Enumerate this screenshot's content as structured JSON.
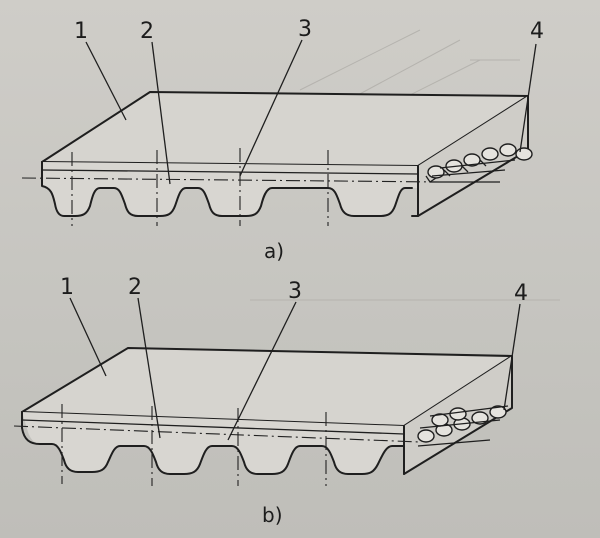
{
  "figure_a": {
    "caption": "a)",
    "labels": [
      "1",
      "2",
      "3",
      "4"
    ]
  },
  "figure_b": {
    "caption": "b)",
    "labels": [
      "1",
      "2",
      "3",
      "4"
    ]
  }
}
